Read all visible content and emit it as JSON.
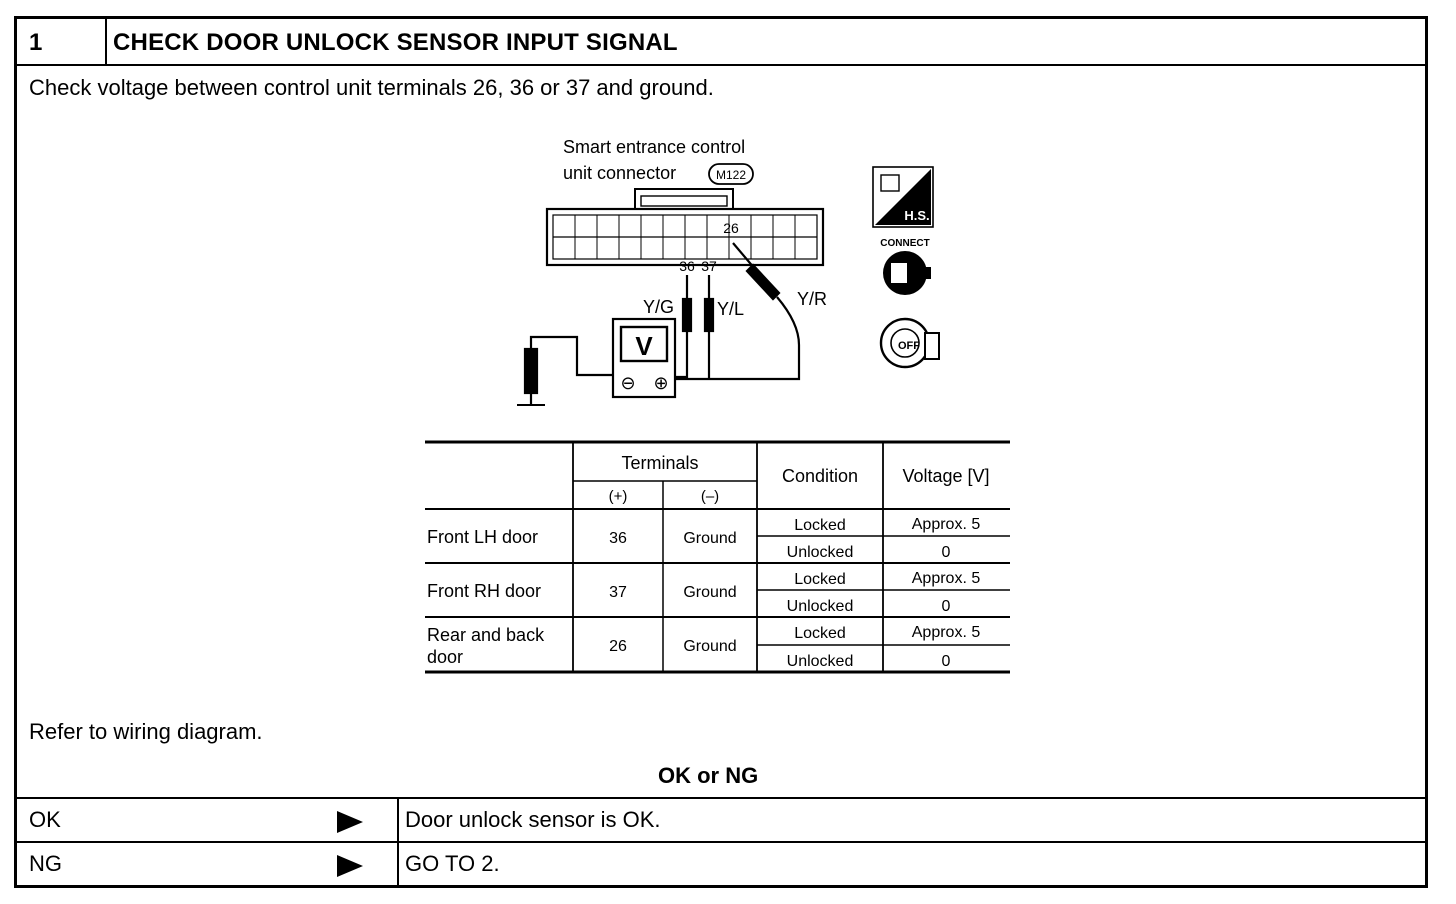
{
  "header": {
    "step_number": "1",
    "title": "CHECK DOOR UNLOCK SENSOR INPUT SIGNAL"
  },
  "intro_text": "Check voltage between control unit terminals 26, 36 or 37 and ground.",
  "diagram": {
    "connector_label_line1": "Smart entrance control",
    "connector_label_line2": "unit connector",
    "connector_id": "M122",
    "terminal_36": "36",
    "terminal_37": "37",
    "terminal_26": "26",
    "wire_yg": "Y/G",
    "wire_yl": "Y/L",
    "wire_yr": "Y/R",
    "meter_symbol": "V",
    "meter_minus": "⊖",
    "meter_plus": "⊕",
    "icon_hs_text": "H.S.",
    "icon_connect_text": "CONNECT",
    "icon_off_text": "OFF"
  },
  "table": {
    "headers": {
      "terminals": "Terminals",
      "plus": "(+)",
      "minus": "(–)",
      "condition": "Condition",
      "voltage": "Voltage [V]"
    },
    "rows": [
      {
        "door": "Front LH door",
        "plus": "36",
        "minus": "Ground",
        "cond1": "Locked",
        "volt1": "Approx. 5",
        "cond2": "Unlocked",
        "volt2": "0"
      },
      {
        "door": "Front RH door",
        "plus": "37",
        "minus": "Ground",
        "cond1": "Locked",
        "volt1": "Approx. 5",
        "cond2": "Unlocked",
        "volt2": "0"
      },
      {
        "door_line1": "Rear and back",
        "door_line2": "door",
        "plus": "26",
        "minus": "Ground",
        "cond1": "Locked",
        "volt1": "Approx. 5",
        "cond2": "Unlocked",
        "volt2": "0"
      }
    ]
  },
  "refer_text": "Refer to wiring diagram.",
  "ok_or_ng": "OK or NG",
  "results": [
    {
      "label": "OK",
      "action": "Door unlock sensor is OK."
    },
    {
      "label": "NG",
      "action": "GO TO 2."
    }
  ]
}
